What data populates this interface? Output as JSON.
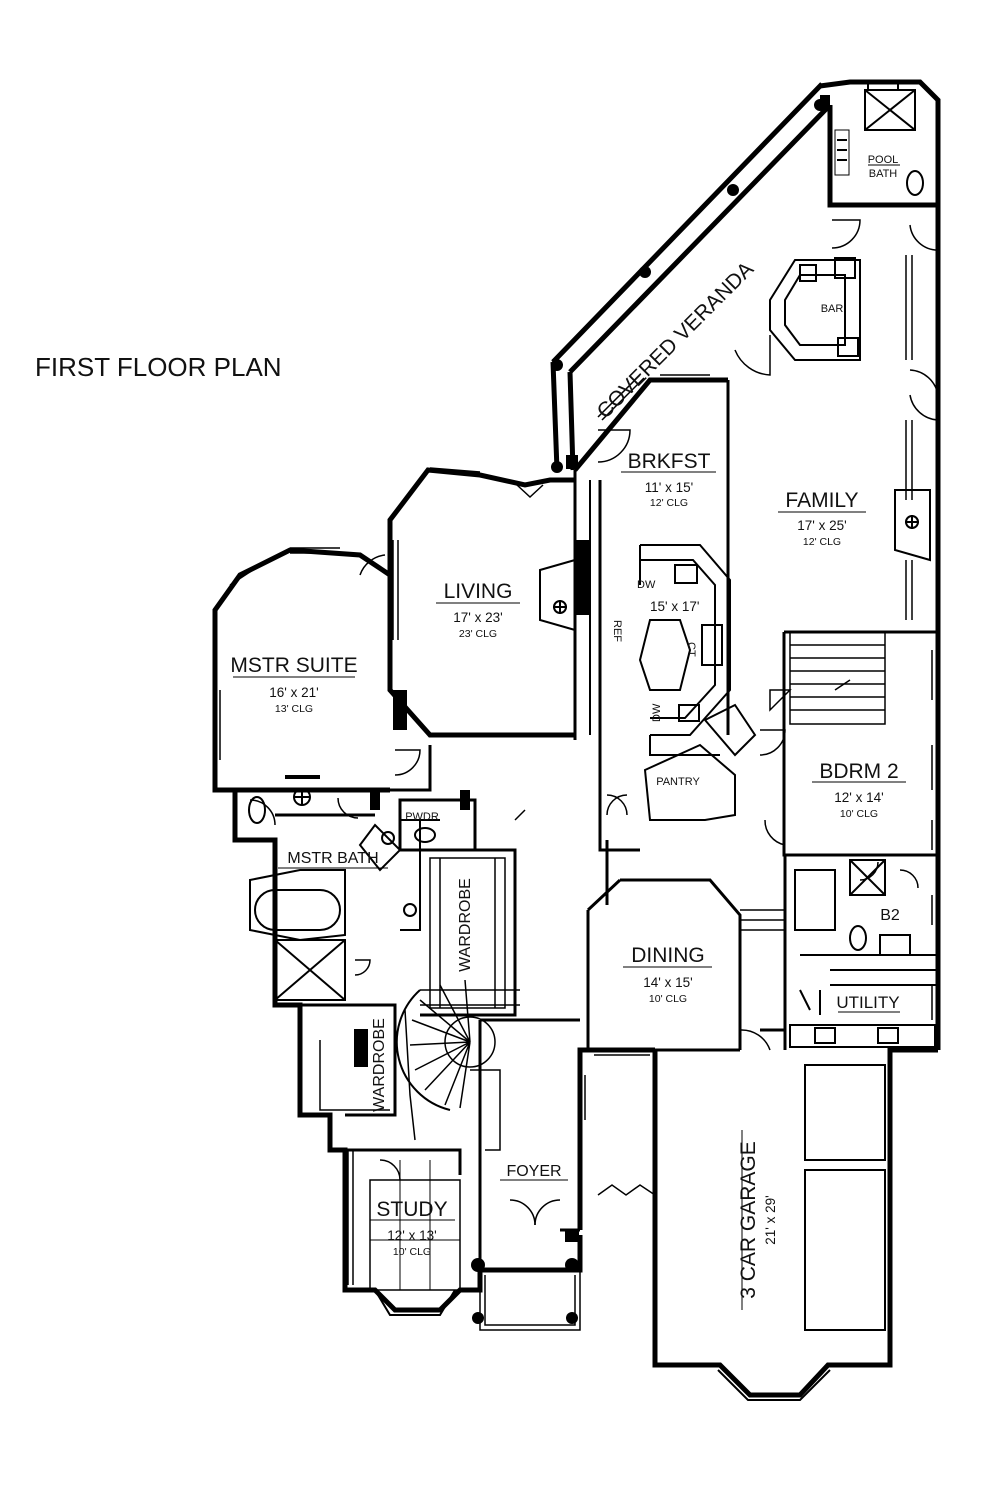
{
  "plan": {
    "title": "FIRST FLOOR PLAN",
    "rooms": {
      "covered_veranda": "COVERED VERANDA",
      "pool_bath": "POOL",
      "pool_bath_2": "BATH",
      "bar": "BAR",
      "brkfst": {
        "name": "BRKFST",
        "size": "11' x 15'",
        "ceiling": "12' CLG"
      },
      "family": {
        "name": "FAMILY",
        "size": "17' x 25'",
        "ceiling": "12' CLG"
      },
      "living": {
        "name": "LIVING",
        "size": "17' x 23'",
        "ceiling": "23' CLG"
      },
      "kitchen": {
        "size": "15' x 17'"
      },
      "mstr_suite": {
        "name": "MSTR SUITE",
        "size": "16' x 21'",
        "ceiling": "13' CLG"
      },
      "pantry": "PANTRY",
      "bdrm2": {
        "name": "BDRM 2",
        "size": "12' x 14'",
        "ceiling": "10' CLG"
      },
      "pwdr": "PWDR",
      "mstr_bath": "MSTR BATH",
      "wardrobe_upper": "WARDROBE",
      "wardrobe_lower": "WARDROBE",
      "dining": {
        "name": "DINING",
        "size": "14' x 15'",
        "ceiling": "10' CLG"
      },
      "b2": "B2",
      "utility": "UTILITY",
      "foyer": "FOYER",
      "study": {
        "name": "STUDY",
        "size": "12' x 13'",
        "ceiling": "10' CLG"
      },
      "garage": {
        "name": "3 CAR GARAGE",
        "size": "21' x 29'"
      }
    },
    "fixtures": {
      "ref": "REF",
      "dw_upper": "DW",
      "dw_lower": "DW",
      "ct": "CT"
    }
  }
}
